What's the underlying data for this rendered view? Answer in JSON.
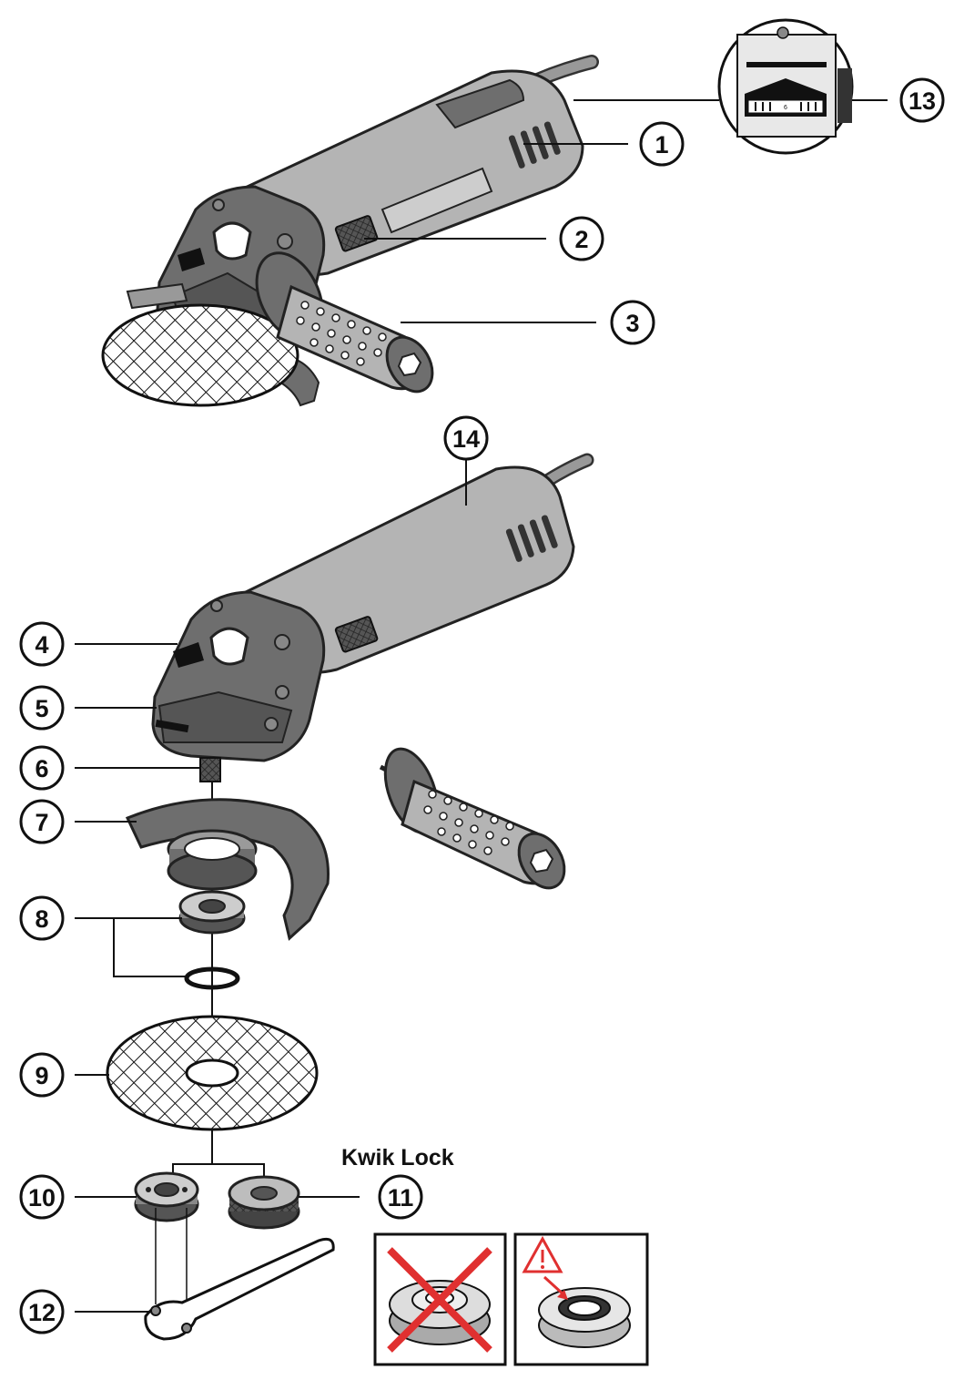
{
  "diagram": {
    "callouts": [
      {
        "id": "1",
        "label": "1"
      },
      {
        "id": "2",
        "label": "2"
      },
      {
        "id": "3",
        "label": "3"
      },
      {
        "id": "4",
        "label": "4"
      },
      {
        "id": "5",
        "label": "5"
      },
      {
        "id": "6",
        "label": "6"
      },
      {
        "id": "7",
        "label": "7"
      },
      {
        "id": "8",
        "label": "8"
      },
      {
        "id": "9",
        "label": "9"
      },
      {
        "id": "10",
        "label": "10"
      },
      {
        "id": "11",
        "label": "11"
      },
      {
        "id": "12",
        "label": "12"
      },
      {
        "id": "13",
        "label": "13"
      },
      {
        "id": "14",
        "label": "14"
      }
    ],
    "kwik_lock_label": "Kwik Lock",
    "speed_dial_mark": "6",
    "colors": {
      "body": "#b4b4b4",
      "body_light": "#cdcdcd",
      "head": "#6e6e6e",
      "dark": "#3a3a3a",
      "line": "#111111",
      "warning_red": "#e03030"
    },
    "icons": [
      "speed-dial-icon",
      "warning-triangle-icon",
      "wrong-cross-icon"
    ]
  }
}
